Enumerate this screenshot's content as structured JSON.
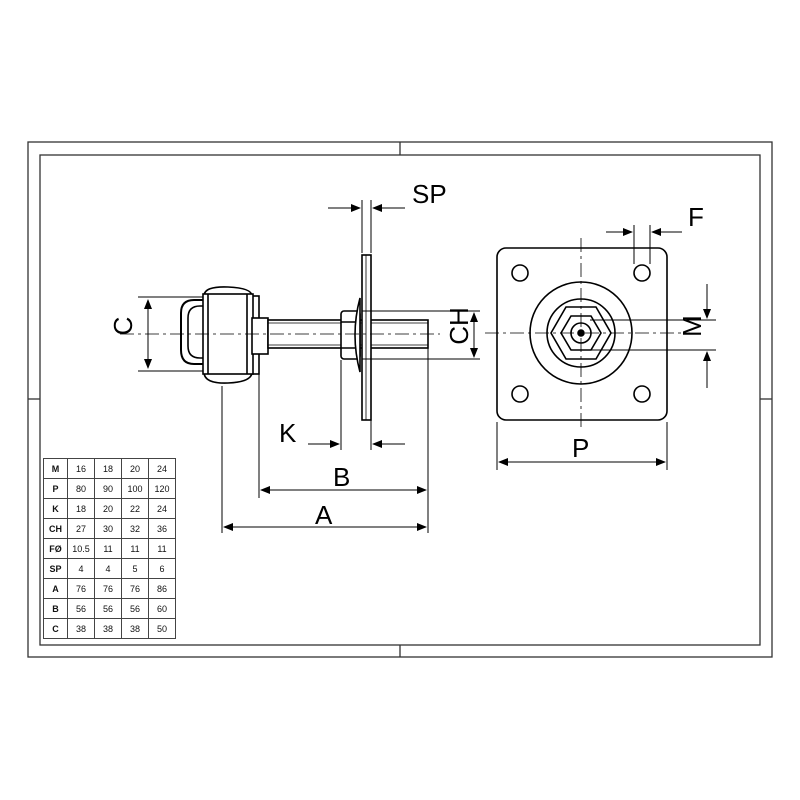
{
  "labels": {
    "sp": "SP",
    "f": "F",
    "c": "C",
    "ch": "CH",
    "m": "M",
    "k": "K",
    "b": "B",
    "a": "A",
    "p": "P"
  },
  "spec_table": [
    {
      "key": "M",
      "values": [
        "16",
        "18",
        "20",
        "24"
      ]
    },
    {
      "key": "P",
      "values": [
        "80",
        "90",
        "100",
        "120"
      ]
    },
    {
      "key": "K",
      "values": [
        "18",
        "20",
        "22",
        "24"
      ]
    },
    {
      "key": "CH",
      "values": [
        "27",
        "30",
        "32",
        "36"
      ]
    },
    {
      "key": "FØ",
      "values": [
        "10.5",
        "11",
        "11",
        "11"
      ]
    },
    {
      "key": "SP",
      "values": [
        "4",
        "4",
        "5",
        "6"
      ]
    },
    {
      "key": "A",
      "values": [
        "76",
        "76",
        "76",
        "86"
      ]
    },
    {
      "key": "B",
      "values": [
        "56",
        "56",
        "56",
        "60"
      ]
    },
    {
      "key": "C",
      "values": [
        "38",
        "38",
        "38",
        "50"
      ]
    }
  ]
}
